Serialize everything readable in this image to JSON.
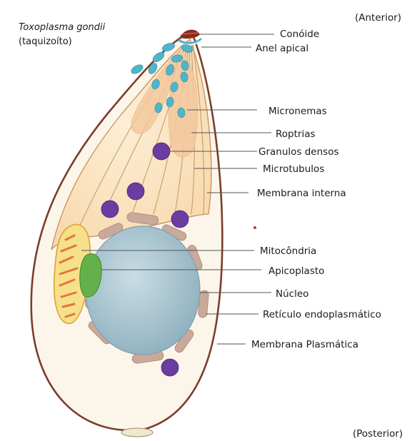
{
  "organism": {
    "name": "Toxoplasma gondii",
    "stage": "(taquizoíto)"
  },
  "orientation": {
    "anterior": "(Anterior)",
    "posterior": "(Posterior)"
  },
  "labels": [
    "Conóide",
    "Anel apical",
    "Micronemas",
    "Roptrias",
    "Granulos densos",
    "Microtubulos",
    "Membrana interna",
    "Mitocôndria",
    "Apicoplasto",
    "Núcleo",
    "Retículo endoplasmático",
    "Membrana Plasmática"
  ],
  "colors": {
    "cytoplasm": "#fbe3c0",
    "outer_membrane": "#7a3e2c",
    "nucleus": "#a7c3cf",
    "dense_granule": "#6b3da0",
    "microneme": "#4fb6c9",
    "rhoptry": "#f4c99f",
    "apicoplast": "#63b14a",
    "mitochondrion": "#f6e08a",
    "er": "#c9a99a",
    "conoid": "#8b2a1e"
  }
}
